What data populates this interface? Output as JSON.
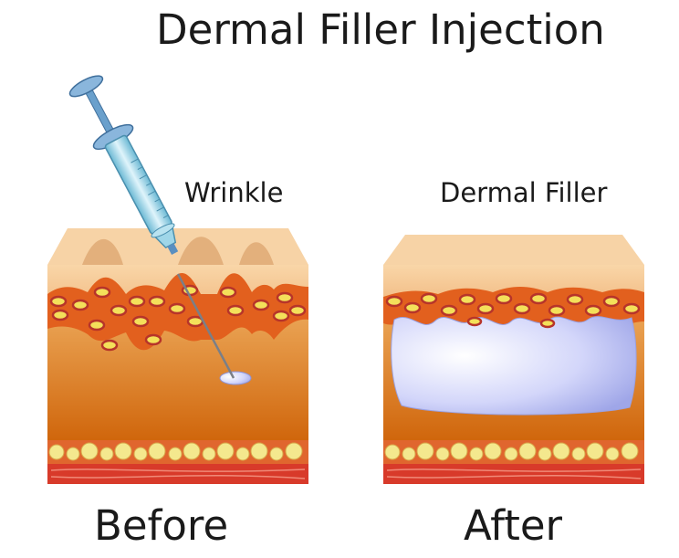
{
  "title": "Dermal Filler Injection",
  "labels": {
    "wrinkle": "Wrinkle",
    "dermal_filler": "Dermal Filler",
    "before": "Before",
    "after": "After"
  },
  "colors": {
    "epidermis": "#f6c694",
    "dermis_top": "#f0b060",
    "dermis_bottom": "#d06a10",
    "papillary_band": "#e05a1e",
    "cell_fill": "#f4e05a",
    "fat_layer": "#e0662e",
    "fat_cell": "#f4e88e",
    "muscle": "#d83a2a",
    "filler": "#c9cdf6",
    "syringe_barrel": "#9fd6e8",
    "syringe_plunger": "#5a8fc0"
  }
}
